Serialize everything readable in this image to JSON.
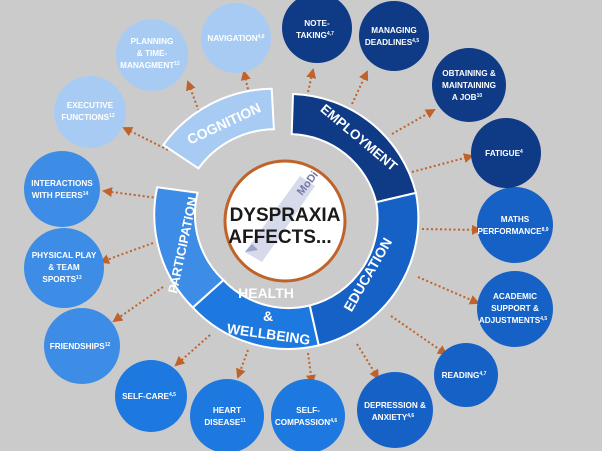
{
  "center": {
    "logo_text": "MoDi",
    "title_line1": "DYSPRAXIA",
    "title_line2": "AFFECTS..."
  },
  "segments": {
    "cognition": "COGNITION",
    "employment": "EMPLOYMENT",
    "education": "EDUCATION",
    "health_line1": "HEALTH",
    "health_line2": "&",
    "health_line3": "WELLBEING",
    "participation": "PARTICIPATION"
  },
  "bubbles": {
    "navigation": [
      "NAVIGATION",
      "4,6"
    ],
    "planning": [
      "PLANNING",
      "& TIME-",
      "MANAGMENT",
      "12"
    ],
    "executive": [
      "EXECUTIVE",
      "FUNCTIONS",
      "12"
    ],
    "note_taking": [
      "NOTE-",
      "TAKING",
      "4,7"
    ],
    "deadlines": [
      "MANAGING",
      "DEADLINES",
      "4,5"
    ],
    "job": [
      "OBTAINING &",
      "MAINTAINING",
      "A JOB",
      "10"
    ],
    "fatigue": [
      "FATIGUE",
      "4"
    ],
    "maths": [
      "MATHS",
      "PERFORMANCE",
      "8,9"
    ],
    "academic": [
      "ACADEMIC",
      "SUPPORT &",
      "ADJUSTMENTS",
      "4,5"
    ],
    "reading": [
      "READING",
      "4,7"
    ],
    "depression": [
      "DEPRESSION &",
      "ANXIETY",
      "4,6"
    ],
    "self_compassion": [
      "SELF-",
      "COMPASSION",
      "4,6"
    ],
    "heart": [
      "HEART",
      "DISEASE",
      "11"
    ],
    "self_care": [
      "SELF-CARE",
      "4,5"
    ],
    "friendships": [
      "FRIENDSHIPS",
      "12"
    ],
    "physical_play": [
      "PHYSICAL PLAY",
      "& TEAM",
      "SPORTS",
      "13"
    ],
    "peers": [
      "INTERACTIONS",
      "WITH PEERS",
      "14"
    ]
  },
  "colors": {
    "background": "#cbcbcb",
    "cognition": "#a8cbf4",
    "employment": "#0f3a86",
    "education": "#1661c6",
    "health": "#1d78e0",
    "participation": "#3d8ce6",
    "arrow": "#c0622a"
  }
}
